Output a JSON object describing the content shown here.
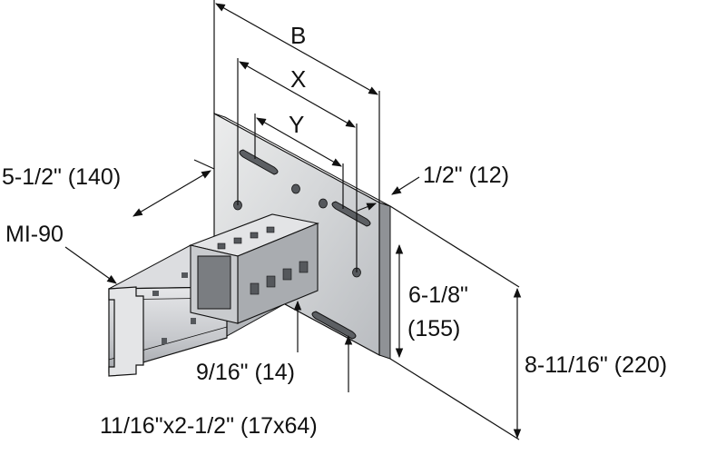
{
  "labels": {
    "b": "B",
    "x": "X",
    "y": "Y",
    "depth": "5-1/2\" (140)",
    "profile": "MI-90",
    "thickness": "1/2\" (12)",
    "slot_spacing": "6-1/8\"",
    "slot_spacing_mm": "(155)",
    "plate_height": "8-11/16\" (220)",
    "hole_diameter": "9/16\" (14)",
    "slot_size": "11/16\"x2-1/2\" (17x64)"
  },
  "colors": {
    "line": "#111111",
    "plate": "#d9dadc",
    "plate_edge": "#8a8c90",
    "rail": "#cfd1d4",
    "rail_shadow": "#9ea1a6"
  }
}
